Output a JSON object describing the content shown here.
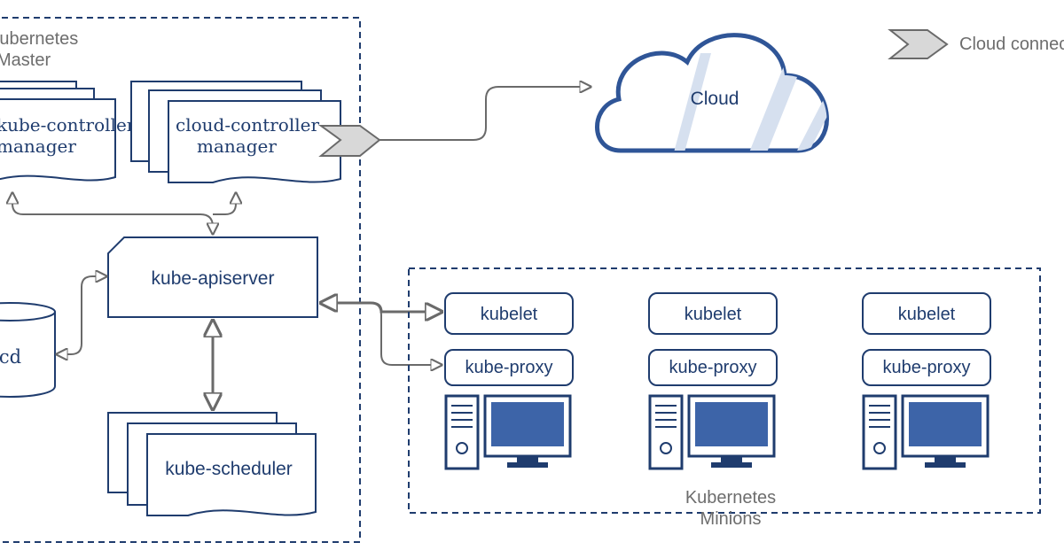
{
  "master": {
    "title_line1": "Kubernetes",
    "title_line2": "Master",
    "kube_controller_manager_line1": "kube-controller-",
    "kube_controller_manager_line2": "manager",
    "cloud_controller_manager_line1": "cloud-controller",
    "cloud_controller_manager_line2": "manager",
    "kube_apiserver": "kube-apiserver",
    "etcd": "etcd",
    "kube_scheduler": "kube-scheduler"
  },
  "cloud": {
    "label": "Cloud"
  },
  "legend": {
    "cloud_connector": "Cloud connector"
  },
  "minions": {
    "title_line1": "Kubernetes",
    "title_line2": "Minions",
    "nodes": [
      {
        "kubelet": "kubelet",
        "kube_proxy": "kube-proxy"
      },
      {
        "kubelet": "kubelet",
        "kube_proxy": "kube-proxy"
      },
      {
        "kubelet": "kubelet",
        "kube_proxy": "kube-proxy"
      }
    ]
  },
  "colors": {
    "navy": "#1f3c6e",
    "screen_blue": "#3d64a8",
    "connector_gray": "#6a6a6a",
    "cloud_fill": "#d6e0ef"
  }
}
